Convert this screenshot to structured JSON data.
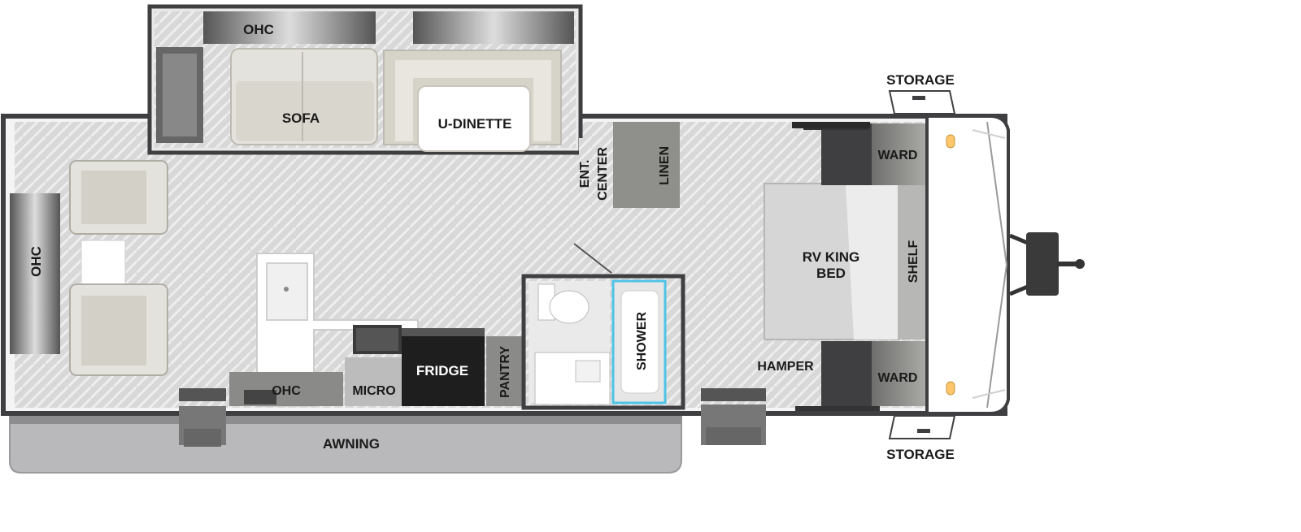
{
  "labels": {
    "ohc_top": "OHC",
    "sofa": "SOFA",
    "u_dinette": "U-DINETTE",
    "ent_center_line1": "ENT.",
    "ent_center_line2": "CENTER",
    "linen": "LINEN",
    "ohc_left": "OHC",
    "ohc_bottom": "OHC",
    "micro": "MICRO",
    "fridge": "FRIDGE",
    "pantry": "PANTRY",
    "shower": "SHOWER",
    "rv_king_bed_line1": "RV KING",
    "rv_king_bed_line2": "BED",
    "shelf": "SHELF",
    "hamper": "HAMPER",
    "ward_top": "WARD",
    "ward_bottom": "WARD",
    "storage_top": "STORAGE",
    "storage_bottom": "STORAGE",
    "awning": "AWNING"
  },
  "colors": {
    "wall": "#3f3f42",
    "floor": "#dcdcdc",
    "cabinet": "#8a8a88",
    "upholstery": "#e4e2dc",
    "awning": "#b9b9bb",
    "dark": "#222222",
    "white": "#ffffff",
    "light_accent": "#ffc66b"
  }
}
